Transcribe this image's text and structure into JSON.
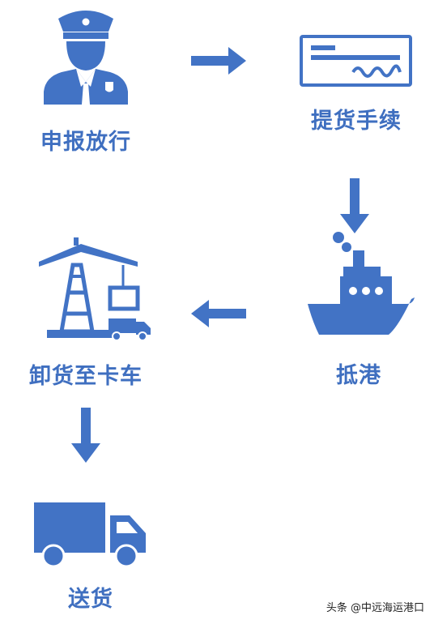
{
  "colors": {
    "accent": "#4273c5",
    "label": "#3f6fc0",
    "watermark": "#222222"
  },
  "steps": [
    {
      "label": "申报放行",
      "icon": "police-officer-icon"
    },
    {
      "label": "提货手续",
      "icon": "cheque-document-icon"
    },
    {
      "label": "抵港",
      "icon": "cargo-ship-icon"
    },
    {
      "label": "卸货至卡车",
      "icon": "port-crane-icon"
    },
    {
      "label": "送货",
      "icon": "delivery-truck-icon"
    }
  ],
  "watermark": "头条 @中远海运港口"
}
